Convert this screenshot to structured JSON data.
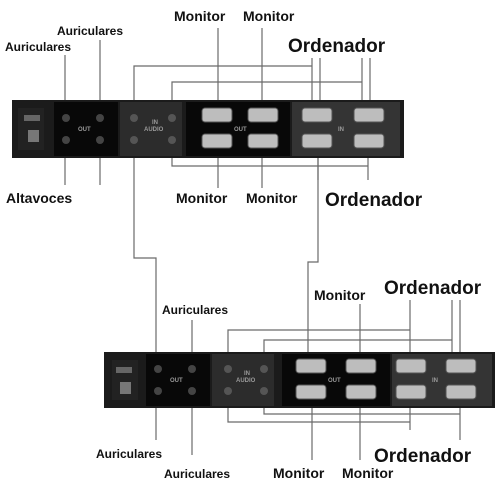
{
  "labels": {
    "top_headphones_1": "Auriculares",
    "top_headphones_2": "Auriculares",
    "top_monitor_1": "Monitor",
    "top_monitor_2": "Monitor",
    "top_computer_top": "Ordenador",
    "top_speakers": "Altavoces",
    "top_monitor_3": "Monitor",
    "top_monitor_4": "Monitor",
    "top_computer_bottom": "Ordenador",
    "bottom_headphones_top": "Auriculares",
    "bottom_monitor_top": "Monitor",
    "bottom_computer_top": "Ordenador",
    "bottom_headphones_1": "Auriculares",
    "bottom_headphones_2": "Auriculares",
    "bottom_monitor_1": "Monitor",
    "bottom_monitor_2": "Monitor",
    "bottom_computer_bottom": "Ordenador"
  },
  "panel_text": {
    "out": "OUT",
    "in": "IN",
    "audio": "AUDIO"
  },
  "colors": {
    "chassis": "#1b1b1b",
    "block_dark": "#080808",
    "block_light": "#343434",
    "wire": "#6a6a6a"
  }
}
